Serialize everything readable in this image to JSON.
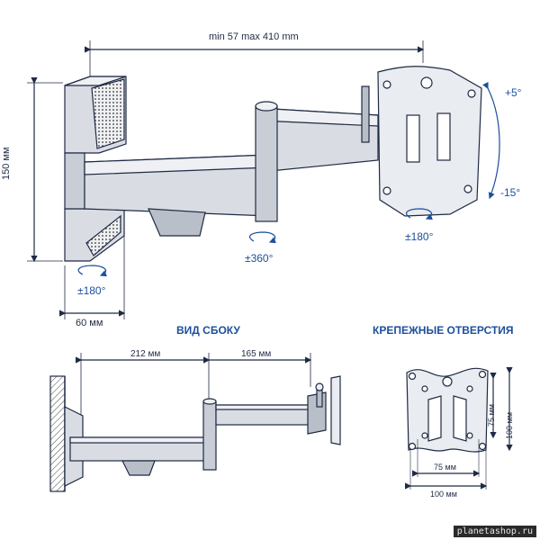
{
  "top_view": {
    "dim_total_width": "min 57 max 410 mm",
    "dim_height": "150 мм",
    "dim_base_width": "60 мм",
    "rot_base": "±180°",
    "rot_mid": "±360°",
    "rot_head": "±180°",
    "tilt_up": "+5°",
    "tilt_down": "-15°"
  },
  "side_view": {
    "title": "ВИД СБОКУ",
    "dim_arm1": "212 мм",
    "dim_arm2": "165 мм"
  },
  "holes_view": {
    "title": "КРЕПЕЖНЫЕ ОТВЕРСТИЯ",
    "dim_v75": "75 мм",
    "dim_v100": "100 мм",
    "dim_h75": "75 мм",
    "dim_h100": "100 мм"
  },
  "watermark": "planetashop.ru",
  "colors": {
    "line": "#1f2a44",
    "accent": "#1b4f9c",
    "fill": "#d9dde3",
    "fill_dark": "#b9bfc8"
  }
}
